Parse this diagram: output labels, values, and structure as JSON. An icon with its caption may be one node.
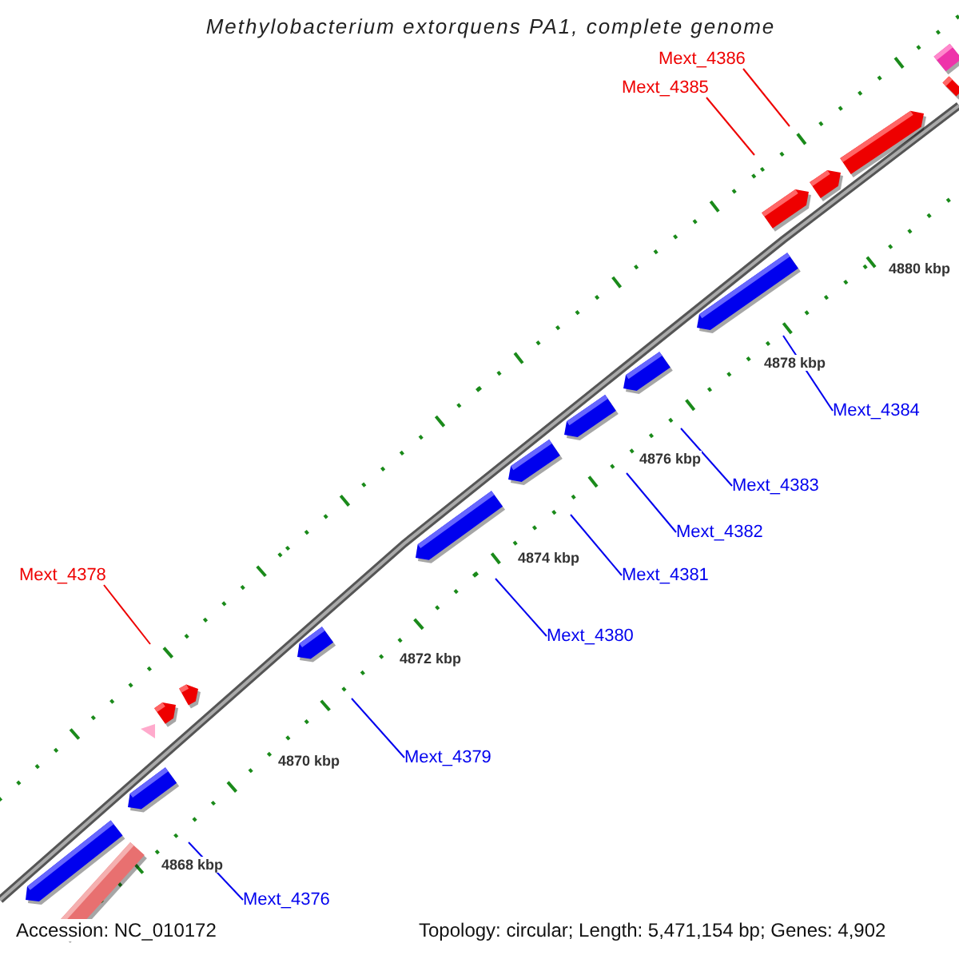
{
  "diagram": {
    "title": "Methylobacterium extorquens PA1, complete genome",
    "nodes": [
      {
        "text": [
          "Mext_4386"
        ]
      },
      {
        "text": [
          "Mext_4385"
        ]
      },
      {
        "text": [
          "Mext_4384"
        ]
      },
      {
        "text": [
          "Mext_4383"
        ]
      },
      {
        "text": [
          "Mext_4382"
        ]
      },
      {
        "text": [
          "Mext_4378"
        ]
      },
      {
        "text": [
          "Mext_4381"
        ]
      },
      {
        "text": [
          "Mext_4380"
        ]
      },
      {
        "text": [
          "Mext_4379"
        ]
      },
      {
        "text": [
          "Mext_4376"
        ]
      }
    ],
    "edges": [
      {
        "from": 0,
        "to": null,
        "arrow": "none",
        "color": "#ee0000"
      },
      {
        "from": 1,
        "to": null,
        "arrow": "none",
        "color": "#ee0000"
      },
      {
        "from": 2,
        "to": null,
        "arrow": "none"
      },
      {
        "from": 3,
        "to": null,
        "arrow": "none"
      },
      {
        "from": 4,
        "to": null,
        "arrow": "none"
      },
      {
        "from": 5,
        "to": null,
        "arrow": "none",
        "color": "#ee0000"
      },
      {
        "from": 6,
        "to": null,
        "arrow": "none"
      },
      {
        "from": 7,
        "to": null,
        "arrow": "none"
      },
      {
        "from": 8,
        "to": null,
        "arrow": "none"
      },
      {
        "from": 9,
        "to": null,
        "arrow": "none"
      }
    ],
    "labels": [
      "4880 kbp",
      "4878 kbp",
      "4876 kbp",
      "4874 kbp",
      "4872 kbp",
      "4870 kbp",
      "4868 kbp",
      "Accession: NC_010172",
      "Topology: circular; Length: 5,471,154 bp; Genes: 4,902"
    ]
  }
}
